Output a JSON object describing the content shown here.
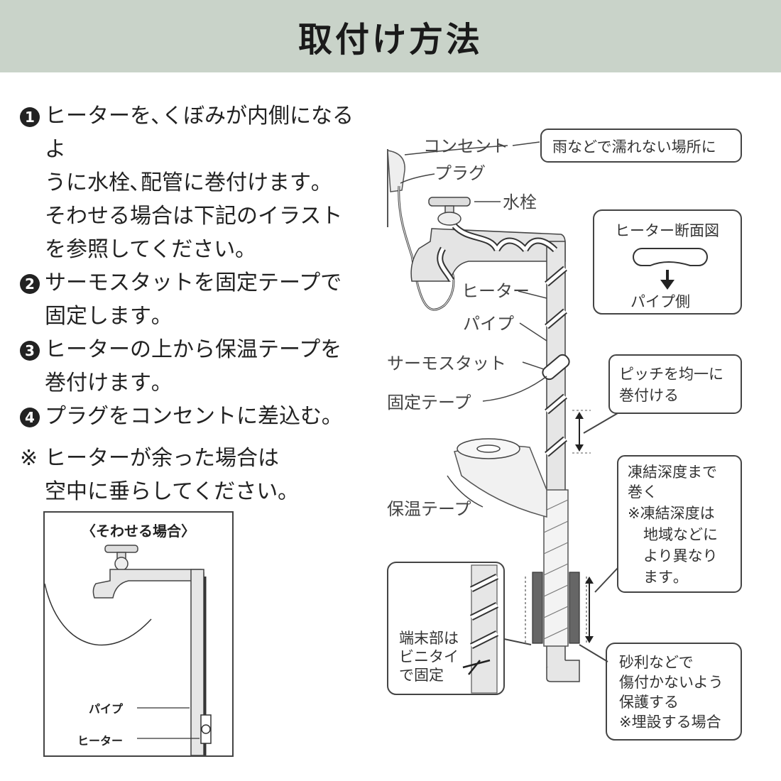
{
  "title": "取付け方法",
  "steps": [
    {
      "num": "1",
      "lines": [
        "ヒーターを､くぼみが内側になるよ",
        "うに水栓､配管に巻付けます｡",
        "そわせる場合は下記のイラスト",
        "を参照してください｡"
      ]
    },
    {
      "num": "2",
      "lines": [
        "サーモスタットを固定テープで",
        "固定します｡"
      ]
    },
    {
      "num": "3",
      "lines": [
        "ヒーターの上から保温テープを",
        "巻付けます｡"
      ]
    },
    {
      "num": "4",
      "lines": [
        "プラグをコンセントに差込む｡"
      ]
    }
  ],
  "note": {
    "mark": "※",
    "lines": [
      "ヒーターが余った場合は",
      "空中に垂らしてください｡"
    ]
  },
  "inset": {
    "title": "〈そわせる場合〉",
    "pipe_label": "パイプ",
    "heater_label": "ヒーター"
  },
  "diagram": {
    "labels": {
      "outlet": "コンセント",
      "plug": "プラグ",
      "faucet": "水栓",
      "heater": "ヒーター",
      "pipe": "パイプ",
      "thermostat": "サーモスタット",
      "fixing_tape": "固定テープ",
      "insulation_tape": "保温テープ"
    },
    "callouts": {
      "outlet_note": "雨などで濡れない場所に",
      "cross_section_title": "ヒーター断面図",
      "cross_section_pipe_side": "パイプ側",
      "pitch": [
        "ピッチを均一に",
        "巻付ける"
      ],
      "freeze_depth": [
        "凍結深度まで",
        "巻く",
        "※凍結深度は",
        "地域などに",
        "より異なり",
        "ます｡"
      ],
      "end_fix": [
        "端末部は",
        "ビニタイ",
        "で固定"
      ],
      "protection": [
        "砂利などで",
        "傷付かないよう",
        "保護する",
        "※埋設する場合"
      ]
    }
  }
}
